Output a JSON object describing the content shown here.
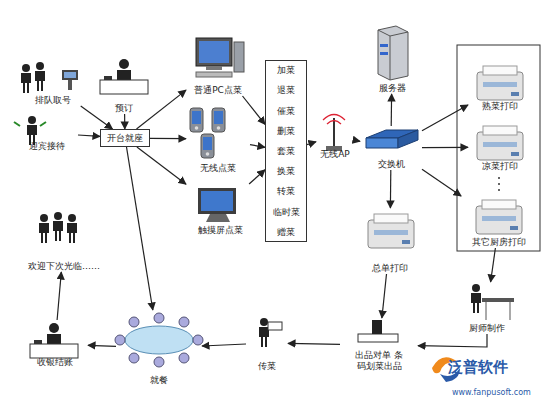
{
  "diagram": {
    "nodes": [
      {
        "text": [
          "排队取号"
        ]
      },
      {
        "text": [
          "迎宾接待"
        ]
      },
      {
        "text": [
          "预订"
        ]
      },
      {
        "text": [
          "开台就座"
        ]
      },
      {
        "text": [
          "普通PC点菜"
        ]
      },
      {
        "text": [
          "无线点菜"
        ]
      },
      {
        "text": [
          "触摸屏点菜"
        ]
      },
      {
        "text": [
          "加菜",
          "退菜",
          "催菜",
          "删菜",
          "套菜",
          "换菜",
          "转菜",
          "临时菜",
          "赠菜"
        ]
      },
      {
        "text": [
          "无线AP"
        ]
      },
      {
        "text": [
          "服务器"
        ]
      },
      {
        "text": [
          "交换机"
        ]
      },
      {
        "text": [
          "熟菜打印"
        ]
      },
      {
        "text": [
          "凉菜打印"
        ]
      },
      {
        "text": [
          "其它厨房打印"
        ]
      },
      {
        "text": [
          "总单打印"
        ]
      },
      {
        "text": [
          "厨师制作"
        ]
      },
      {
        "text": [
          "出品对单 条码划菜出品"
        ]
      },
      {
        "text": [
          "传菜"
        ]
      },
      {
        "text": [
          "就餐"
        ]
      },
      {
        "text": [
          "收银结账"
        ]
      },
      {
        "text": [
          "欢迎下次光临……"
        ]
      }
    ],
    "edges": [
      {
        "from": 0,
        "to": 3,
        "arrow": "to"
      },
      {
        "from": 1,
        "to": 3,
        "arrow": "to"
      },
      {
        "from": 2,
        "to": 3,
        "arrow": "to"
      },
      {
        "from": 3,
        "to": 4,
        "arrow": "to"
      },
      {
        "from": 3,
        "to": 5,
        "arrow": "to"
      },
      {
        "from": 3,
        "to": 6,
        "arrow": "to"
      },
      {
        "from": 3,
        "to": 18,
        "arrow": "to"
      },
      {
        "from": 4,
        "to": 7,
        "arrow": "to"
      },
      {
        "from": 5,
        "to": 7,
        "arrow": "to"
      },
      {
        "from": 6,
        "to": 7,
        "arrow": "to"
      },
      {
        "from": 7,
        "to": 8,
        "arrow": "to"
      },
      {
        "from": 8,
        "to": 10,
        "arrow": "to"
      },
      {
        "from": 10,
        "to": 9,
        "arrow": "to"
      },
      {
        "from": 10,
        "to": 11,
        "arrow": "to"
      },
      {
        "from": 10,
        "to": 12,
        "arrow": "to"
      },
      {
        "from": 10,
        "to": 13,
        "arrow": "to"
      },
      {
        "from": 10,
        "to": 14,
        "arrow": "to"
      },
      {
        "from": 14,
        "to": 16,
        "arrow": "to"
      },
      {
        "from": 13,
        "to": 15,
        "arrow": "to"
      },
      {
        "from": 15,
        "to": 16,
        "arrow": "to"
      },
      {
        "from": 16,
        "to": 17,
        "arrow": "to"
      },
      {
        "from": 17,
        "to": 18,
        "arrow": "to"
      },
      {
        "from": 18,
        "to": 19,
        "arrow": "to"
      },
      {
        "from": 19,
        "to": 20,
        "arrow": "to"
      }
    ],
    "labels": [
      "泛普软件",
      "www.fanpusoft.com"
    ]
  }
}
